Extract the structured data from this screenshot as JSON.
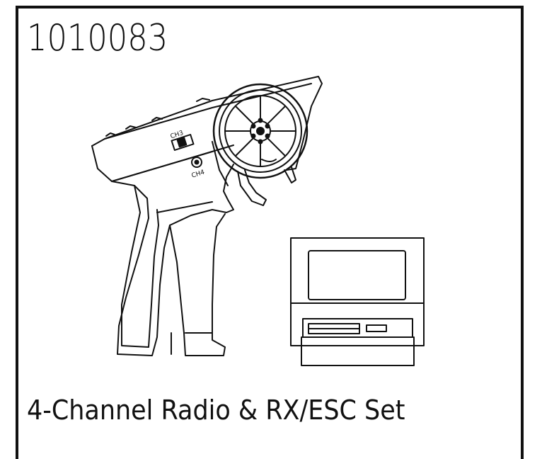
{
  "part_number": "1010083",
  "caption": "4-Channel Radio & RX/ESC Set",
  "labels": {
    "ch3": "CH3",
    "ch4": "CH4"
  },
  "colors": {
    "line": "#111111",
    "background": "#ffffff"
  }
}
